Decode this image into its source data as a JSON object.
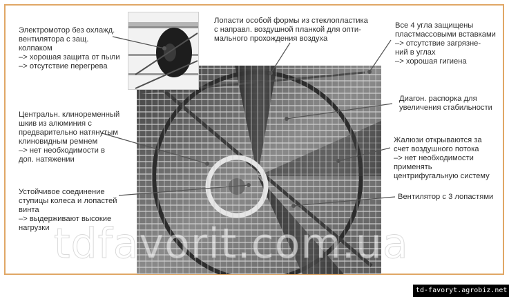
{
  "callouts": {
    "motor": {
      "lines": [
        "Электромотор без охлажд.",
        "вентилятора с защ.",
        "колпаком",
        "–> хорошая защита от пыли",
        "–> отсутствие перегрева"
      ]
    },
    "blades": {
      "lines": [
        "Лопасти особой формы из стеклопластика",
        "с направл. воздушной планкой для опти-",
        "мального прохождения воздуха"
      ]
    },
    "corners": {
      "lines": [
        "Все 4 угла защищены",
        "пластмассовыми вставками",
        "–> отсутствие загрязне-",
        "ний в углах",
        "–> хорошая гигиена"
      ]
    },
    "pulley": {
      "lines": [
        "Центральн. клиноременный",
        "шкив из алюминия с",
        "предварительно натянутым",
        "клиновидным ремнем",
        "–> нет необходимости в",
        "доп. натяжении"
      ]
    },
    "brace": {
      "lines": [
        "Диагон. распорка для",
        "увеличения стабильности"
      ]
    },
    "louvers": {
      "lines": [
        "Жалюзи открываются за",
        "счет воздушного потока",
        "–> нет необходимости",
        "применять",
        "центрифугальную систему"
      ]
    },
    "hub": {
      "lines": [
        "Устойчивое соединение",
        "ступицы колеса и лопастей",
        "винта",
        "–> выдерживают высокие",
        "нагрузки"
      ]
    },
    "three_blades": {
      "lines": [
        "Вентилятор с 3 лопастями"
      ]
    }
  },
  "watermark": "tdfavorit.com.ua",
  "site_badge": "td-favoryt.agrobiz.net",
  "colors": {
    "frame": "#e0a765",
    "text": "#2e2e2e",
    "leader": "#555555",
    "badge_bg": "#000000"
  },
  "icons": {
    "photo": "fan-photo",
    "inset": "motor-photo"
  }
}
